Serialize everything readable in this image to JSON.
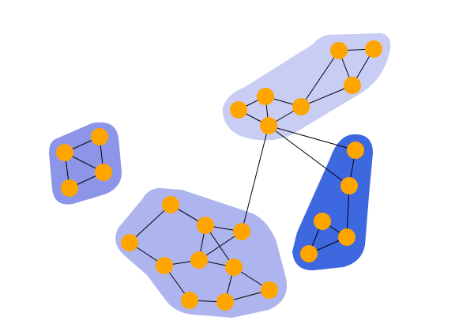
{
  "colors": {
    "background": "#ffffff",
    "node_fill": "#FFA500",
    "edge": "#000000",
    "cluster_light": "#C9CDF4",
    "cluster_mid": "#AEB4EE",
    "cluster_medium_blue": "#8C95E8",
    "cluster_dark_blue": "#3E68E0"
  },
  "graph": {
    "clusters": [
      {
        "id": "top-right",
        "fill": "cluster_light"
      },
      {
        "id": "left-small",
        "fill": "cluster_medium_blue"
      },
      {
        "id": "bottom-left",
        "fill": "cluster_mid"
      },
      {
        "id": "right-dark",
        "fill": "cluster_dark_blue"
      }
    ],
    "node_count": 27,
    "edge_count": 41
  }
}
